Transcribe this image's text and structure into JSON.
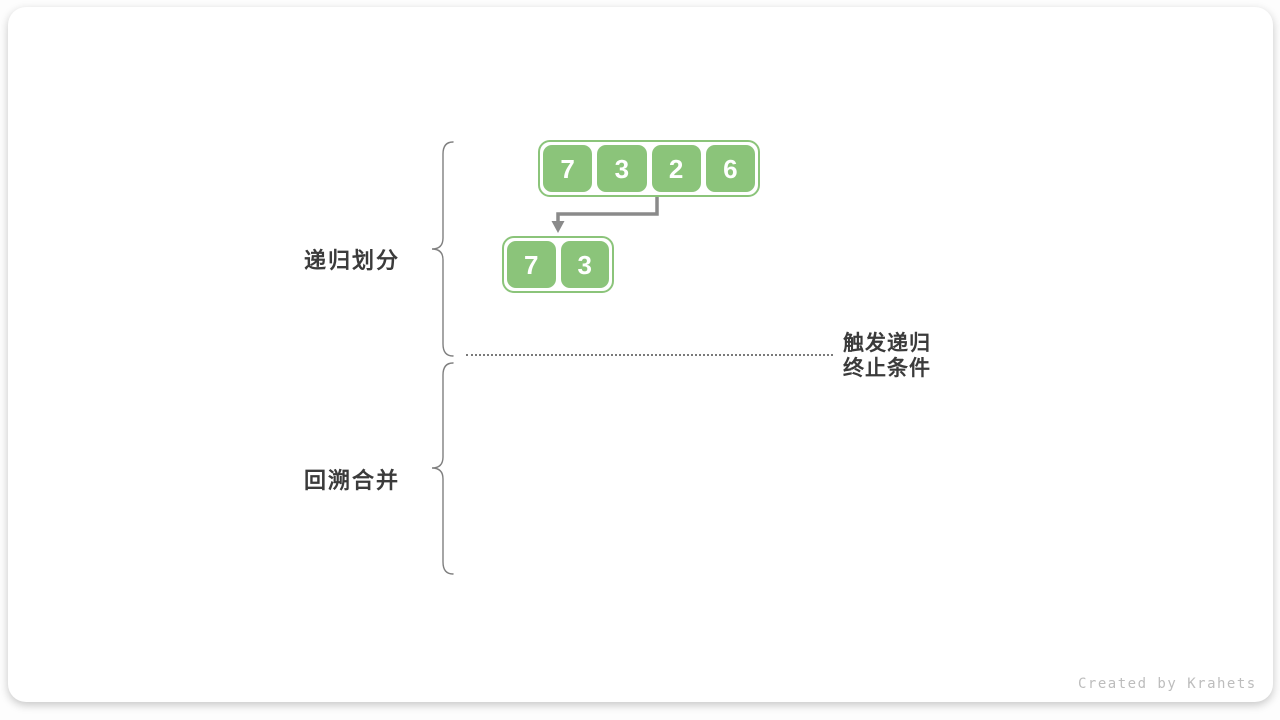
{
  "page": {
    "watermark": "Created by Krahets"
  },
  "diagram": {
    "phase_labels": [
      {
        "label": "递归划分"
      },
      {
        "label": "回溯合并"
      }
    ],
    "arrays": {
      "level1": [
        "7",
        "3",
        "2",
        "6"
      ],
      "level2": [
        "7",
        "3"
      ]
    },
    "annotation": {
      "line1": "触发递归",
      "line2": "终止条件"
    },
    "colors": {
      "cell_green": "#8BC47A",
      "arrow_gray": "#8A8A8A",
      "brace_gray": "#7F7F7F",
      "dot_gray": "#7A7A7A",
      "text_dark": "#3B3B3B",
      "watermark_gray": "#BDBDBD"
    }
  }
}
